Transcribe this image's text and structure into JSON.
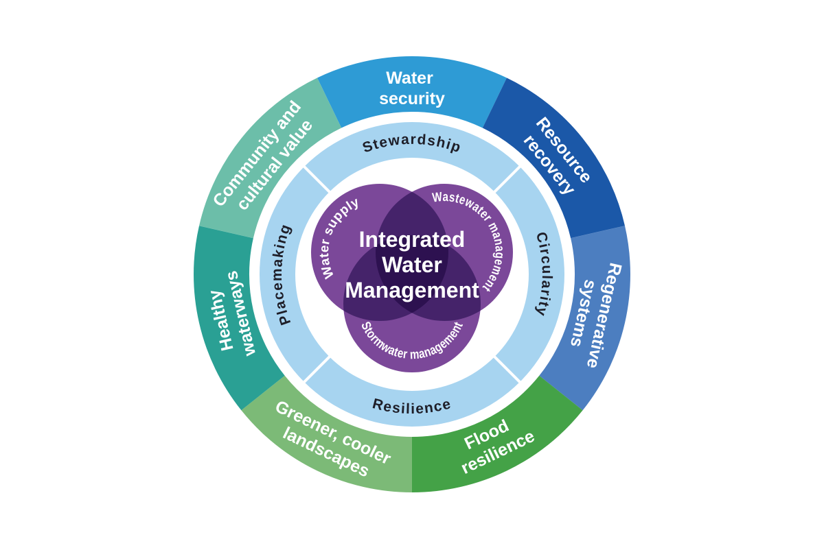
{
  "diagram": {
    "background": "#FFFFFF",
    "center": {
      "title_lines": [
        "Integrated",
        "Water",
        "Management"
      ],
      "text_color": "#FFFFFF"
    },
    "venn": {
      "text_color": "#FFFFFF",
      "overlap_color": "#45236A",
      "core_color": "#2D1150",
      "circles": [
        {
          "label": "Water supply",
          "color": "#7B4899"
        },
        {
          "label": "Wastewater management",
          "color": "#7B4899"
        },
        {
          "label": "Stormwater management",
          "color": "#7B4899"
        }
      ]
    },
    "inner_ring": {
      "color": "#A7D4F0",
      "divider_color": "#FFFFFF",
      "text_color": "#1E1E28",
      "labels": [
        "Stewardship",
        "Circularity",
        "Resilience",
        "Placemaking"
      ]
    },
    "outer_ring": {
      "text_color": "#FFFFFF",
      "segments": [
        {
          "label": "Water security",
          "lines": [
            "Water",
            "security"
          ],
          "color": "#2E9BD5"
        },
        {
          "label": "Resource recovery",
          "lines": [
            "Resource",
            "recovery"
          ],
          "color": "#1B58A8"
        },
        {
          "label": "Regenerative systems",
          "lines": [
            "Regenerative",
            "systems"
          ],
          "color": "#4C7EC0"
        },
        {
          "label": "Flood resilience",
          "lines": [
            "Flood",
            "resilience"
          ],
          "color": "#44A247"
        },
        {
          "label": "Greener, cooler landscapes",
          "lines": [
            "Greener, cooler",
            "landscapes"
          ],
          "color": "#7CBA77"
        },
        {
          "label": "Healthy waterways",
          "lines": [
            "Healthy",
            "waterways"
          ],
          "color": "#2AA094"
        },
        {
          "label": "Community and cultural value",
          "lines": [
            "Community and",
            "cultural value"
          ],
          "color": "#6CBEA9"
        }
      ]
    }
  }
}
